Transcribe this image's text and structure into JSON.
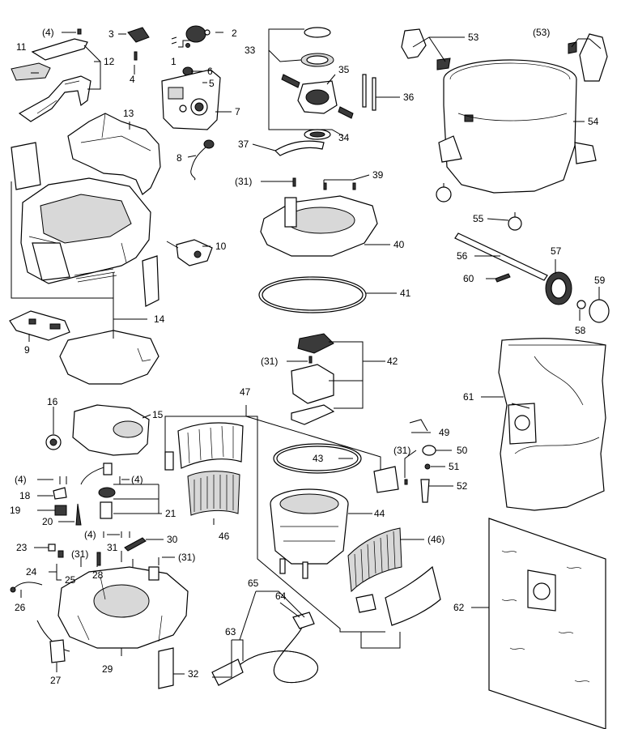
{
  "callouts": [
    {
      "id": "c1",
      "text": "1"
    },
    {
      "id": "c2",
      "text": "2"
    },
    {
      "id": "c3",
      "text": "3"
    },
    {
      "id": "c4a",
      "text": "(4)"
    },
    {
      "id": "c4b",
      "text": "4"
    },
    {
      "id": "c5",
      "text": "5"
    },
    {
      "id": "c6",
      "text": "6"
    },
    {
      "id": "c7",
      "text": "7"
    },
    {
      "id": "c8",
      "text": "8"
    },
    {
      "id": "c9",
      "text": "9"
    },
    {
      "id": "c10",
      "text": "10"
    },
    {
      "id": "c11",
      "text": "11"
    },
    {
      "id": "c12",
      "text": "12"
    },
    {
      "id": "c13",
      "text": "13"
    },
    {
      "id": "c14",
      "text": "14"
    },
    {
      "id": "c15",
      "text": "15"
    },
    {
      "id": "c16",
      "text": "16"
    },
    {
      "id": "c4c",
      "text": "(4)"
    },
    {
      "id": "c4d",
      "text": "(4)"
    },
    {
      "id": "c18",
      "text": "18"
    },
    {
      "id": "c19",
      "text": "19"
    },
    {
      "id": "c20",
      "text": "20"
    },
    {
      "id": "c21",
      "text": "21"
    },
    {
      "id": "c4e",
      "text": "(4)"
    },
    {
      "id": "c23",
      "text": "23"
    },
    {
      "id": "c24",
      "text": "24"
    },
    {
      "id": "c25",
      "text": "25"
    },
    {
      "id": "c26",
      "text": "26"
    },
    {
      "id": "c27",
      "text": "27"
    },
    {
      "id": "c28",
      "text": "28"
    },
    {
      "id": "c29",
      "text": "29"
    },
    {
      "id": "c30",
      "text": "30"
    },
    {
      "id": "c31a",
      "text": "(31)"
    },
    {
      "id": "c31b",
      "text": "31"
    },
    {
      "id": "c31c",
      "text": "(31)"
    },
    {
      "id": "c32",
      "text": "32"
    },
    {
      "id": "c33",
      "text": "33"
    },
    {
      "id": "c34",
      "text": "34"
    },
    {
      "id": "c35",
      "text": "35"
    },
    {
      "id": "c36",
      "text": "36"
    },
    {
      "id": "c37",
      "text": "37"
    },
    {
      "id": "c31d",
      "text": "(31)"
    },
    {
      "id": "c39",
      "text": "39"
    },
    {
      "id": "c40",
      "text": "40"
    },
    {
      "id": "c41",
      "text": "41"
    },
    {
      "id": "c31e",
      "text": "(31)"
    },
    {
      "id": "c42",
      "text": "42"
    },
    {
      "id": "c43",
      "text": "43"
    },
    {
      "id": "c44",
      "text": "44"
    },
    {
      "id": "c46a",
      "text": "46"
    },
    {
      "id": "c46b",
      "text": "(46)"
    },
    {
      "id": "c47",
      "text": "47"
    },
    {
      "id": "c31f",
      "text": "(31)"
    },
    {
      "id": "c49",
      "text": "49"
    },
    {
      "id": "c50",
      "text": "50"
    },
    {
      "id": "c51",
      "text": "51"
    },
    {
      "id": "c52",
      "text": "52"
    },
    {
      "id": "c53a",
      "text": "53"
    },
    {
      "id": "c53b",
      "text": "(53)"
    },
    {
      "id": "c54",
      "text": "54"
    },
    {
      "id": "c55",
      "text": "55"
    },
    {
      "id": "c56",
      "text": "56"
    },
    {
      "id": "c57",
      "text": "57"
    },
    {
      "id": "c58",
      "text": "58"
    },
    {
      "id": "c59",
      "text": "59"
    },
    {
      "id": "c60",
      "text": "60"
    },
    {
      "id": "c61",
      "text": "61"
    },
    {
      "id": "c62",
      "text": "62"
    },
    {
      "id": "c63",
      "text": "63"
    },
    {
      "id": "c64",
      "text": "64"
    },
    {
      "id": "c65",
      "text": "65"
    }
  ]
}
